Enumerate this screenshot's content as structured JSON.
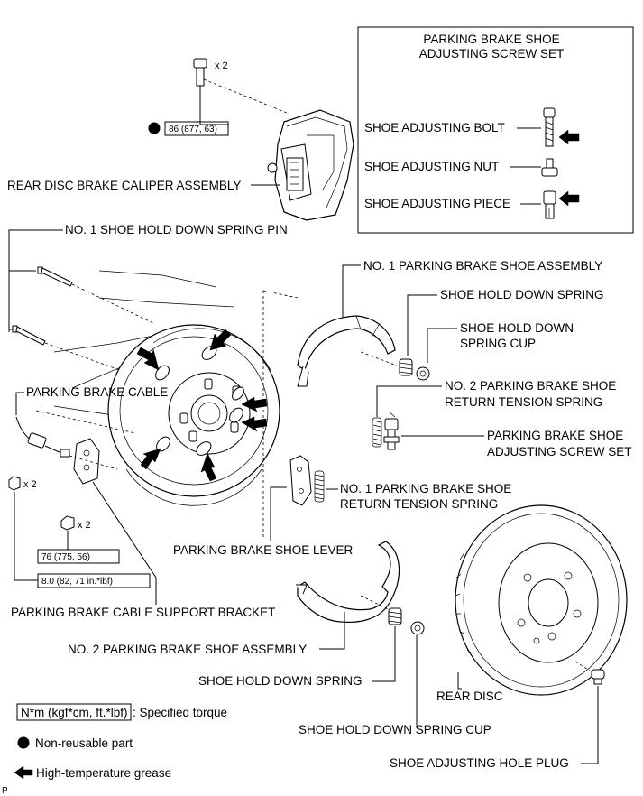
{
  "labels": {
    "box_title_1": "PARKING BRAKE SHOE",
    "box_title_2": "ADJUSTING SCREW SET",
    "shoe_adjusting_bolt": "SHOE ADJUSTING BOLT",
    "shoe_adjusting_nut": "SHOE ADJUSTING NUT",
    "shoe_adjusting_piece": "SHOE ADJUSTING PIECE",
    "caliper_qty": "x 2",
    "caliper_torque": "86 (877, 63)",
    "rear_disc_brake_caliper": "REAR DISC BRAKE CALIPER ASSEMBLY",
    "no1_hold_down_pin": "NO. 1 SHOE HOLD DOWN SPRING PIN",
    "no1_parking_shoe_assy": "NO. 1 PARKING BRAKE SHOE ASSEMBLY",
    "shoe_hold_down_spring_top": "SHOE HOLD DOWN SPRING",
    "shoe_hold_down_cup_1": "SHOE HOLD DOWN",
    "shoe_hold_down_cup_2": "SPRING CUP",
    "parking_brake_cable": "PARKING BRAKE CABLE",
    "no2_return_spring_1": "NO. 2 PARKING BRAKE SHOE",
    "no2_return_spring_2": "RETURN TENSION SPRING",
    "adj_screw_set_1": "PARKING BRAKE SHOE",
    "adj_screw_set_2": "ADJUSTING SCREW SET",
    "cable_nut_qty": "x 2",
    "no1_return_spring_1": "NO. 1 PARKING BRAKE SHOE",
    "no1_return_spring_2": "RETURN TENSION SPRING",
    "bracket_nut_qty": "x 2",
    "bracket_torque": "76 (775, 56)",
    "parking_brake_shoe_lever": "PARKING BRAKE SHOE LEVER",
    "cable_torque": "8.0 (82, 71 in.*lbf)",
    "cable_support_bracket": "PARKING BRAKE CABLE SUPPORT BRACKET",
    "no2_parking_shoe_assy": "NO. 2 PARKING BRAKE SHOE ASSEMBLY",
    "shoe_hold_down_spring_bottom": "SHOE HOLD DOWN SPRING",
    "rear_disc": "REAR DISC",
    "shoe_hold_down_cup_bottom": "SHOE HOLD DOWN SPRING CUP",
    "shoe_adjusting_hole_plug": "SHOE ADJUSTING HOLE PLUG"
  },
  "legend": {
    "torque_unit": "N*m (kgf*cm, ft.*lbf)",
    "torque_desc": ": Specified torque",
    "non_reusable": "Non-reusable part",
    "grease": "High-temperature grease"
  },
  "corner_mark": "P"
}
